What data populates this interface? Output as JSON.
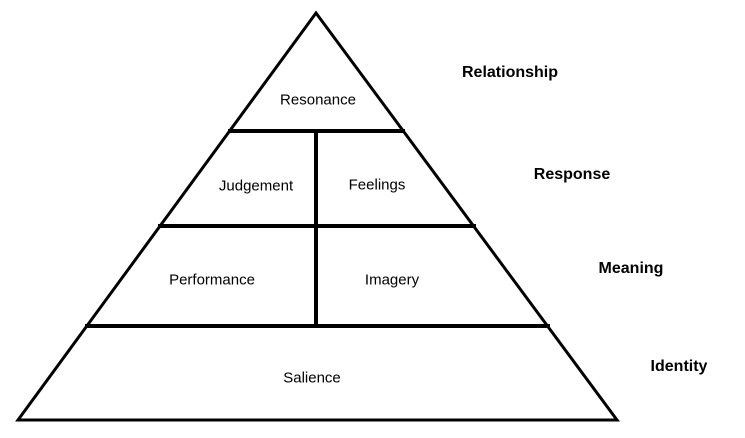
{
  "pyramid": {
    "levels": [
      {
        "cells": [
          "Resonance"
        ],
        "stage": "Relationship"
      },
      {
        "cells": [
          "Judgement",
          "Feelings"
        ],
        "stage": "Response"
      },
      {
        "cells": [
          "Performance",
          "Imagery"
        ],
        "stage": "Meaning"
      },
      {
        "cells": [
          "Salience"
        ],
        "stage": "Identity"
      }
    ],
    "line_color": "#000000",
    "background_color": "#ffffff"
  }
}
